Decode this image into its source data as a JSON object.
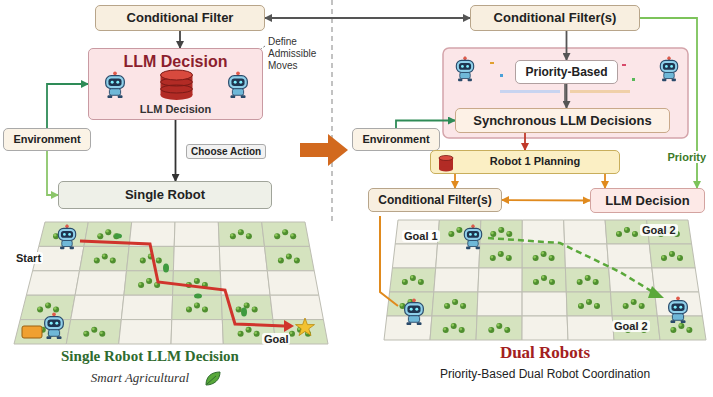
{
  "diagram": {
    "nodes": [
      {
        "text": [
          "Conditional Filter"
        ]
      },
      {
        "text": [
          "Conditional Filter(s)"
        ]
      },
      {
        "text": [
          "LLM Decision",
          "LLM Decision"
        ]
      },
      {
        "text": [
          "Priority-Based"
        ]
      },
      {
        "text": [
          "Synchronous LLM Decisions"
        ]
      },
      {
        "text": [
          "Environment"
        ]
      },
      {
        "text": [
          "Environment"
        ]
      },
      {
        "text": [
          "Robot 1 Planning"
        ]
      },
      {
        "text": [
          "Single Robot"
        ]
      },
      {
        "text": [
          "Conditional Filter(s)"
        ]
      },
      {
        "text": [
          "LLM Decision"
        ]
      }
    ],
    "edges": [
      {
        "from": 0,
        "to": 2,
        "arrow": "to"
      },
      {
        "from": 2,
        "to": 8,
        "arrow": "to"
      },
      {
        "from": 5,
        "to": 2,
        "arrow": "to"
      },
      {
        "from": 5,
        "to": 8,
        "arrow": "to"
      },
      {
        "from": 0,
        "to": 1,
        "arrow": "both"
      },
      {
        "from": 1,
        "to": 3,
        "arrow": "to"
      },
      {
        "from": 3,
        "to": 4,
        "arrow": "to"
      },
      {
        "from": 6,
        "to": 4,
        "arrow": "to"
      },
      {
        "from": 4,
        "to": 7,
        "arrow": "to"
      },
      {
        "from": 7,
        "to": 9,
        "arrow": "to"
      },
      {
        "from": 7,
        "to": 10,
        "arrow": "to"
      },
      {
        "from": 9,
        "to": 10,
        "arrow": "both"
      },
      {
        "from": 1,
        "to": 10,
        "label": "Priority",
        "arrow": "to"
      }
    ],
    "labels": [
      "Define Admissible Moves",
      "Choose Action",
      "Start",
      "Goal",
      "Goal 1",
      "Goal 2",
      "Goal 2",
      "Single Robot LLM Decision",
      "Smart Agricultural",
      "Dual Robots",
      "Priority-Based Dual Robot Coordination"
    ]
  }
}
